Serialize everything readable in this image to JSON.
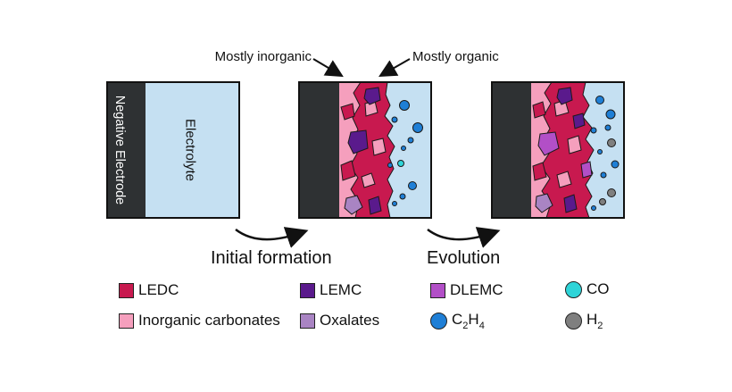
{
  "annotations": {
    "mostly_inorganic": "Mostly inorganic",
    "mostly_organic": "Mostly organic"
  },
  "panel1": {
    "electrode_label": "Negative Electrode",
    "electrolyte_label": "Electrolyte"
  },
  "captions": {
    "initial_formation": "Initial formation",
    "evolution": "Evolution"
  },
  "legend": {
    "ledc": "LEDC",
    "lemc": "LEMC",
    "dlemc": "DLEMC",
    "co": "CO",
    "inorganic_carbonates": "Inorganic carbonates",
    "oxalates": "Oxalates",
    "c2h4": {
      "main1": "C",
      "sub1": "2",
      "main2": "H",
      "sub2": "4"
    },
    "h2": {
      "main": "H",
      "sub": "2"
    }
  },
  "colors": {
    "electrode": "#2e3133",
    "electrolyte": "#c5e0f2",
    "ledc": "#c8194f",
    "inorganic_carbonates": "#f59fbd",
    "lemc": "#5a1a8c",
    "oxalates": "#a984c3",
    "dlemc": "#b24fc7",
    "co": "#2ed4d8",
    "c2h4": "#1f7fd6",
    "h2": "#7f7f7f"
  }
}
